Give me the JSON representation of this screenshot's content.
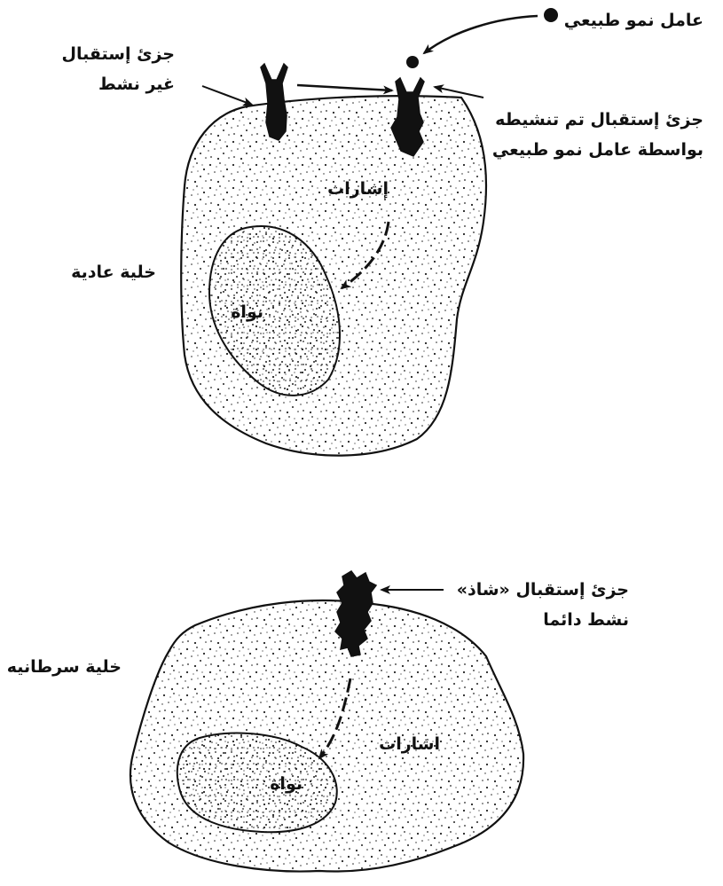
{
  "labels": {
    "growth_factor": "عامل نمو طبيعي",
    "inactive_receptor_line1": "جزئ إستقبال",
    "inactive_receptor_line2": "غير نشط",
    "activated_receptor_line1": "جزئ إستقبال تم تنشيطه",
    "activated_receptor_line2": "بواسطة عامل نمو طبيعي",
    "signals_top": "إشارات",
    "normal_cell": "خلية عادية",
    "nucleus_top": "نواة",
    "abnormal_receptor_line1": "جزئ إستقبال «شاذ»",
    "abnormal_receptor_line2": "نشط دائما",
    "cancer_cell": "خلية سرطانيه",
    "signals_bottom": "اشارات",
    "nucleus_bottom": "نواة"
  }
}
